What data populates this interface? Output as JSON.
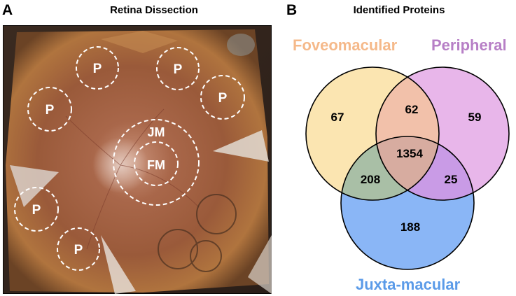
{
  "panel_a": {
    "letter": "A",
    "title": "Retina Dissection",
    "regions": [
      "P",
      "P",
      "P",
      "P",
      "P",
      "P",
      "JM",
      "FM"
    ]
  },
  "panel_b": {
    "letter": "B",
    "title": "Identified Proteins"
  },
  "chart_data": {
    "type": "venn",
    "title": "Identified Proteins",
    "sets": [
      {
        "name": "Foveomacular",
        "color": "#F5B98A",
        "fill": "#FBE5B1"
      },
      {
        "name": "Peripheral",
        "color": "#B77FC6",
        "fill": "#E8B6EA"
      },
      {
        "name": "Juxta-macular",
        "color": "#5B9BE8",
        "fill": "#8AB6F6"
      }
    ],
    "regions": {
      "foveomacular_only": 67,
      "peripheral_only": 59,
      "juxtamacular_only": 188,
      "foveomacular_peripheral": 62,
      "foveomacular_juxtamacular": 208,
      "peripheral_juxtamacular": 25,
      "all_three": 1354
    },
    "colors": {
      "fm_pe": "#F2C1AA",
      "fm_jm": "#A9BFA6",
      "pe_jm": "#C99BE6",
      "all": "#D7ACA0"
    }
  }
}
